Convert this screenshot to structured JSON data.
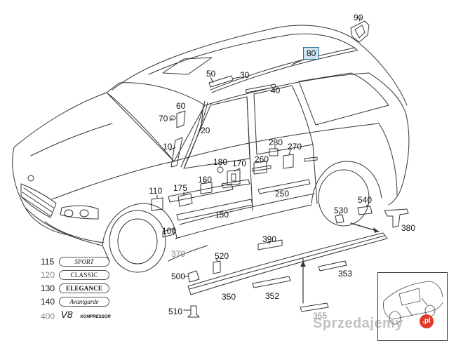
{
  "callouts": {
    "n90": "90",
    "n80": "80",
    "n50": "50",
    "n30": "30",
    "n40": "40",
    "n60": "60",
    "n70": "70",
    "n20": "20",
    "n10": "10",
    "n280": "280",
    "n270": "270",
    "n180": "180",
    "n170": "170",
    "n260": "260",
    "n110": "110",
    "n175": "175",
    "n160": "160",
    "n250": "250",
    "n100": "100",
    "n150": "150",
    "n540": "540",
    "n530": "530",
    "n380": "380",
    "n370": "370",
    "n520": "520",
    "n390": "390",
    "n500": "500",
    "n353": "353",
    "n350": "350",
    "n352": "352",
    "n510": "510",
    "n355": "355",
    "n115": "115",
    "n120": "120",
    "n130": "130",
    "n140": "140",
    "n400": "400"
  },
  "badges": {
    "b115": "SPORT",
    "b120": "CLASSIC",
    "b130": "ELEGANCE",
    "b140": "Avantgarde",
    "b400_v8": "V8",
    "b400_txt": "KOMPRESSOR"
  },
  "colors": {
    "line": "#333333",
    "callout_box_fill": "#cfe3ee",
    "callout_box_border": "#2a6f8f",
    "grey_number": "#8a8a8a",
    "watermark_logo": "#e03a2a"
  },
  "watermark": {
    "text": "Sprzedajemy",
    "logo": ".pl"
  }
}
